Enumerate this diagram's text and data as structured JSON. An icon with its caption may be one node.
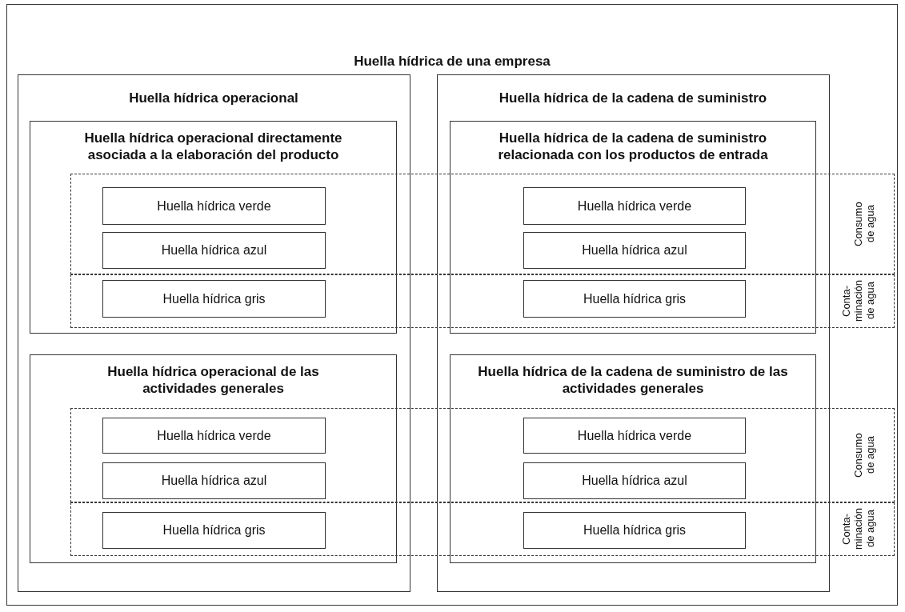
{
  "diagram": {
    "nodes": [
      {
        "text": [
          "Huella hídrica de una empresa"
        ]
      },
      {
        "text": [
          "Huella hídrica operacional"
        ],
        "in": 0
      },
      {
        "text": [
          "Huella hídrica de la cadena de suministro"
        ],
        "in": 0
      },
      {
        "text": [
          "Huella hídrica operacional directamente asociada a la elaboración del producto"
        ],
        "in": 1
      },
      {
        "text": [
          "Huella hídrica de la cadena de suministro relacionada con los productos de entrada"
        ],
        "in": 2
      },
      {
        "text": [
          "Consumo de agua"
        ],
        "in": 0
      },
      {
        "text": [
          "Conta- minación de agua"
        ],
        "in": 0
      },
      {
        "text": [
          "Huella hídrica verde"
        ]
      },
      {
        "text": [
          "Huella hídrica azul"
        ]
      },
      {
        "text": [
          "Huella hídrica gris"
        ]
      },
      {
        "text": [
          "Huella hídrica verde"
        ]
      },
      {
        "text": [
          "Huella hídrica azul"
        ]
      },
      {
        "text": [
          "Huella hídrica gris"
        ]
      },
      {
        "text": [
          "Huella hídrica operacional de las actividades generales"
        ],
        "in": 1
      },
      {
        "text": [
          "Huella hídrica de la cadena de suministro de las actividades generales"
        ],
        "in": 2
      },
      {
        "text": [
          "Consumo de agua"
        ],
        "in": 0
      },
      {
        "text": [
          "Conta- minación de agua"
        ],
        "in": 0
      },
      {
        "text": [
          "Huella hídrica verde"
        ]
      },
      {
        "text": [
          "Huella hídrica azul"
        ]
      },
      {
        "text": [
          "Huella hídrica gris"
        ]
      },
      {
        "text": [
          "Huella hídrica verde"
        ]
      },
      {
        "text": [
          "Huella hídrica azul"
        ]
      },
      {
        "text": [
          "Huella hídrica gris"
        ]
      }
    ]
  }
}
